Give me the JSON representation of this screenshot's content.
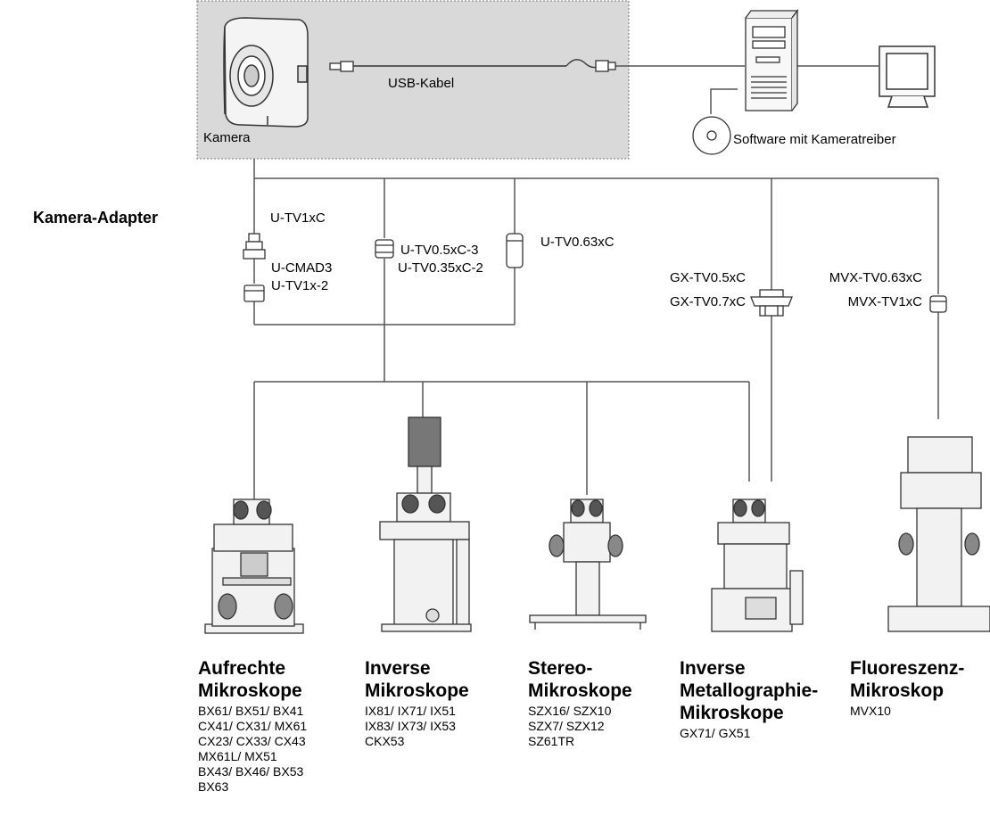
{
  "camera_box": {
    "camera_label": "Kamera",
    "cable_label": "USB-Kabel"
  },
  "software_label": "Software mit Kameratreiber",
  "adapter_section_label": "Kamera-Adapter",
  "adapters": {
    "u_tv1xc": "U-TV1xC",
    "u_cmad3": "U-CMAD3",
    "u_tv1x_2": "U-TV1x-2",
    "u_tv05xc3": "U-TV0.5xC-3",
    "u_tv035xc2": "U-TV0.35xC-2",
    "u_tv063xc": "U-TV0.63xC",
    "gx_tv05xc": "GX-TV0.5xC",
    "gx_tv07xc": "GX-TV0.7xC",
    "mvx_tv063xc": "MVX-TV0.63xC",
    "mvx_tv1xc": "MVX-TV1xC"
  },
  "microscopes": [
    {
      "title": [
        "Aufrechte",
        "Mikroskope"
      ],
      "models": [
        "BX61/ BX51/ BX41",
        "CX41/ CX31/ MX61",
        "CX23/ CX33/ CX43",
        "MX61L/ MX51",
        "BX43/ BX46/ BX53",
        "BX63"
      ]
    },
    {
      "title": [
        "Inverse",
        "Mikroskope"
      ],
      "models": [
        "IX81/ IX71/ IX51",
        "IX83/ IX73/ IX53",
        "CKX53"
      ]
    },
    {
      "title": [
        "Stereo-",
        "Mikroskope"
      ],
      "models": [
        "SZX16/ SZX10",
        "SZX7/ SZX12",
        "SZ61TR"
      ]
    },
    {
      "title": [
        "Inverse",
        "Metallographie-",
        "Mikroskope"
      ],
      "models": [
        "GX71/ GX51"
      ]
    },
    {
      "title": [
        "Fluoreszenz-",
        "Mikroskop"
      ],
      "models": [
        "MVX10"
      ]
    }
  ],
  "colors": {
    "box_fill": "#d9d9d9",
    "line": "#555555",
    "device_fill": "#f2f2f2",
    "device_stroke": "#333333"
  }
}
